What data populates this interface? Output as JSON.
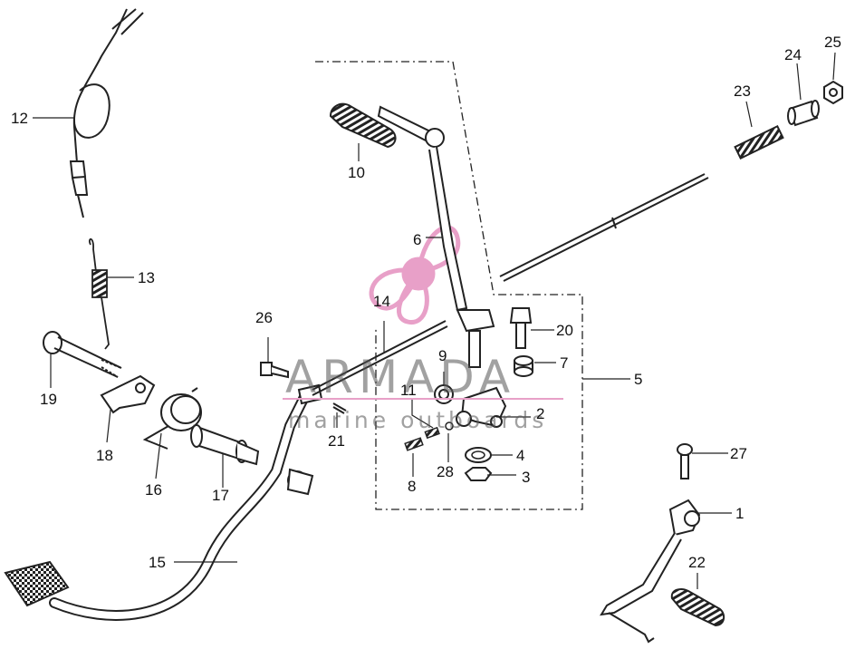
{
  "watermark": {
    "brand": "ARMADA",
    "tagline": "marine outboards",
    "accent_color": "#e8a0c8"
  },
  "part_numbers": [
    {
      "id": "p1",
      "text": "1"
    },
    {
      "id": "p2",
      "text": "2"
    },
    {
      "id": "p3",
      "text": "3"
    },
    {
      "id": "p4",
      "text": "4"
    },
    {
      "id": "p5",
      "text": "5"
    },
    {
      "id": "p6",
      "text": "6"
    },
    {
      "id": "p7",
      "text": "7"
    },
    {
      "id": "p8",
      "text": "8"
    },
    {
      "id": "p9",
      "text": "9"
    },
    {
      "id": "p10",
      "text": "10"
    },
    {
      "id": "p11",
      "text": "11"
    },
    {
      "id": "p12",
      "text": "12"
    },
    {
      "id": "p13",
      "text": "13"
    },
    {
      "id": "p14",
      "text": "14"
    },
    {
      "id": "p15",
      "text": "15"
    },
    {
      "id": "p16",
      "text": "16"
    },
    {
      "id": "p17",
      "text": "17"
    },
    {
      "id": "p18",
      "text": "18"
    },
    {
      "id": "p19",
      "text": "19"
    },
    {
      "id": "p20",
      "text": "20"
    },
    {
      "id": "p21",
      "text": "21"
    },
    {
      "id": "p22",
      "text": "22"
    },
    {
      "id": "p23",
      "text": "23"
    },
    {
      "id": "p24",
      "text": "24"
    },
    {
      "id": "p25",
      "text": "25"
    },
    {
      "id": "p26",
      "text": "26"
    },
    {
      "id": "p27",
      "text": "27"
    },
    {
      "id": "p28",
      "text": "28"
    }
  ]
}
